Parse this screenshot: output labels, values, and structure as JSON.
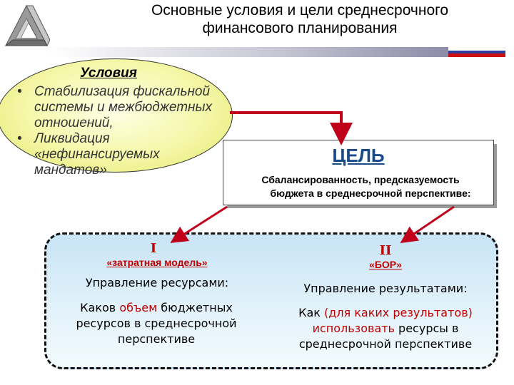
{
  "title": "Основные условия и цели среднесрочного финансового планирования",
  "colors": {
    "arrow": "#c0001a",
    "panel": "#d6ecf8",
    "ellipse": "#f0f39a",
    "goal_title": "#1a4a8a",
    "accent_red": "#c00000"
  },
  "logo": {
    "icon": "impossible-triangle-logo"
  },
  "conditions": {
    "title": "Условия",
    "items": [
      "Стабилизация фискальной системы и межбюджетных отношений,",
      "Ликвидация «нефинансируемых мандатов»"
    ]
  },
  "goal": {
    "title": "ЦЕЛЬ",
    "text_line1": "Сбалансированность, предсказуемость",
    "text_line2": "бюджета в среднесрочной перспективе:"
  },
  "left_block": {
    "number": "I",
    "model": "«затратная модель»",
    "heading": "Управление ресурсами:",
    "body_pre": "Каков ",
    "body_red": "объем",
    "body_post": " бюджетных ресурсов в среднесрочной перспективе"
  },
  "right_block": {
    "number": "II",
    "model": "«БОР»",
    "heading": "Управление результатами:",
    "body_pre": "Как ",
    "body_red1": "(для каких результатов) использовать",
    "body_post": " ресурсы в среднесрочной перспективе"
  }
}
